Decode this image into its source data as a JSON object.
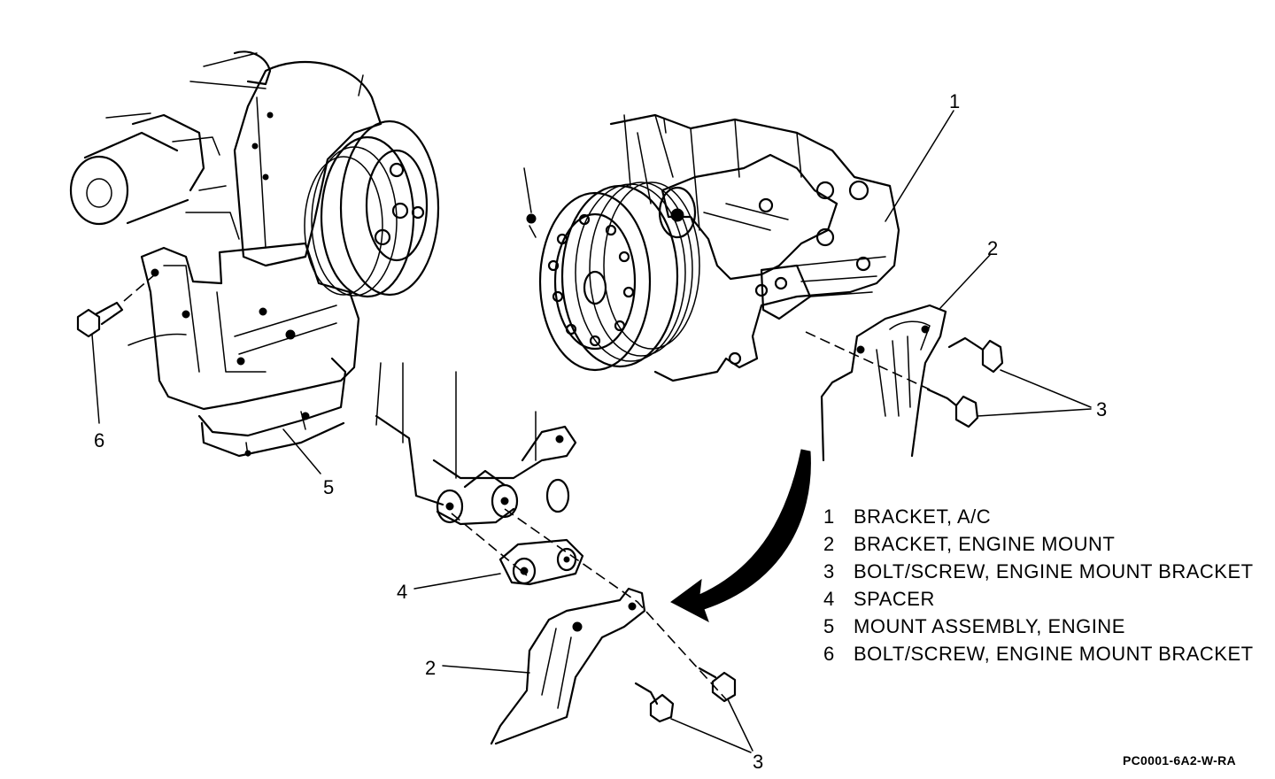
{
  "callouts": {
    "c1": "1",
    "c2_top": "2",
    "c3_top": "3",
    "c6": "6",
    "c5": "5",
    "c4": "4",
    "c2_bottom": "2",
    "c3_bottom": "3"
  },
  "legend": [
    {
      "num": "1",
      "text": "BRACKET, A/C"
    },
    {
      "num": "2",
      "text": "BRACKET, ENGINE MOUNT"
    },
    {
      "num": "3",
      "text": "BOLT/SCREW, ENGINE MOUNT BRACKET"
    },
    {
      "num": "4",
      "text": "SPACER"
    },
    {
      "num": "5",
      "text": "MOUNT ASSEMBLY, ENGINE"
    },
    {
      "num": "6",
      "text": "BOLT/SCREW, ENGINE MOUNT BRACKET"
    }
  ],
  "figure_id": "PC0001-6A2-W-RA"
}
